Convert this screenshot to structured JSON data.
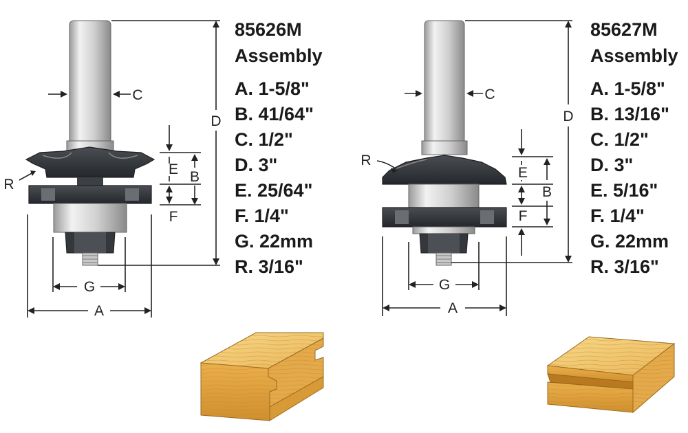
{
  "assemblies": [
    {
      "model": "85626M",
      "subtitle": "Assembly",
      "specs": [
        "A. 1-5/8\"",
        "B. 41/64\"",
        "C. 1/2\"",
        "D. 3\"",
        "E. 25/64\"",
        "F. 1/4\"",
        "G. 22mm",
        "R. 3/16\""
      ]
    },
    {
      "model": "85627M",
      "subtitle": "Assembly",
      "specs": [
        "A. 1-5/8\"",
        "B. 13/16\"",
        "C. 1/2\"",
        "D. 3\"",
        "E. 5/16\"",
        "F. 1/4\"",
        "G. 22mm",
        "R. 3/16\""
      ]
    }
  ],
  "dimension_labels": {
    "a": "A",
    "b": "B",
    "c": "C",
    "d": "D",
    "e": "E",
    "f": "F",
    "g": "G",
    "r": "R"
  },
  "colors": {
    "steel_light": "#e6e6e6",
    "steel_mid": "#b9b9b9",
    "steel_dark": "#7a7a7a",
    "cutter_dark": "#2f3236",
    "cutter_mid": "#55585c",
    "wood_light": "#f4cf78",
    "wood_mid": "#e6ae48",
    "wood_dark": "#c98a2a",
    "line": "#222222"
  },
  "icons": [
    "router-bit-85626M-illustration",
    "router-bit-85627M-illustration",
    "wood-profile-85626M",
    "wood-profile-85627M"
  ]
}
